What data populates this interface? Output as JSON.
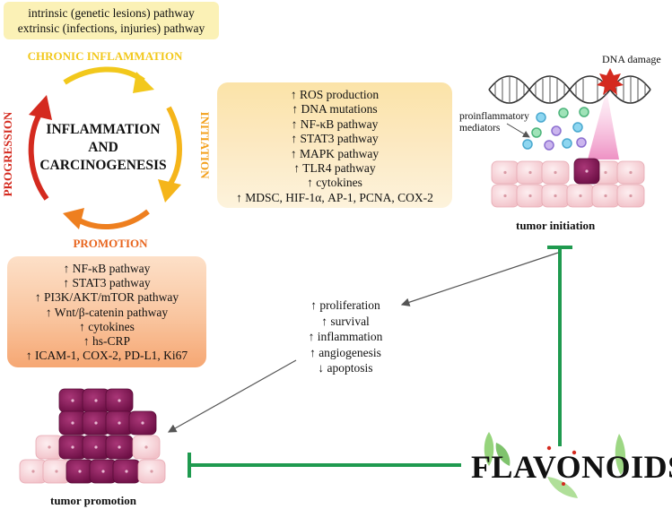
{
  "pathways": {
    "intrinsic": "intrinsic (genetic lesions) pathway",
    "extrinsic": "extrinsic (infections, injuries) pathway"
  },
  "cycle": {
    "center_line1": "INFLAMMATION",
    "center_line2": "AND",
    "center_line3": "CARCINOGENESIS",
    "chronic": "CHRONIC INFLAMMATION",
    "initiation": "INITIATION",
    "promotion": "PROMOTION",
    "progression": "PROGRESSION"
  },
  "initiation_markers": [
    "↑ ROS production",
    "↑ DNA mutations",
    "↑ NF-κB pathway",
    "↑ STAT3 pathway",
    "↑ MAPK pathway",
    "↑ TLR4 pathway",
    "↑ cytokines",
    "↑ MDSC, HIF-1α, AP-1, PCNA, COX-2"
  ],
  "promotion_markers": [
    "↑ NF-κB pathway",
    "↑ STAT3 pathway",
    "↑ PI3K/AKT/mTOR pathway",
    "↑ Wnt/β-catenin pathway",
    "↑ cytokines",
    "↑ hs-CRP",
    "↑ ICAM-1, COX-2, PD-L1, Ki67"
  ],
  "effects": [
    "↑ proliferation",
    "↑ survival",
    "↑ inflammation",
    "↑ angiogenesis",
    "↓ apoptosis"
  ],
  "labels": {
    "dna_damage": "DNA damage",
    "mediators_line1": "proinflammatory",
    "mediators_line2": "mediators",
    "tumor_initiation": "tumor initiation",
    "tumor_promotion": "tumor promotion",
    "flavonoids": "FLAVONOIDS"
  },
  "colors": {
    "yellow": "#f2c81c",
    "orange": "#f39a1c",
    "dark_orange": "#e8651e",
    "red": "#d42a1f",
    "green_inhibit": "#1f9a4f",
    "tumor_cell": "#8b1a5a",
    "normal_cell": "#f8d3d8"
  }
}
